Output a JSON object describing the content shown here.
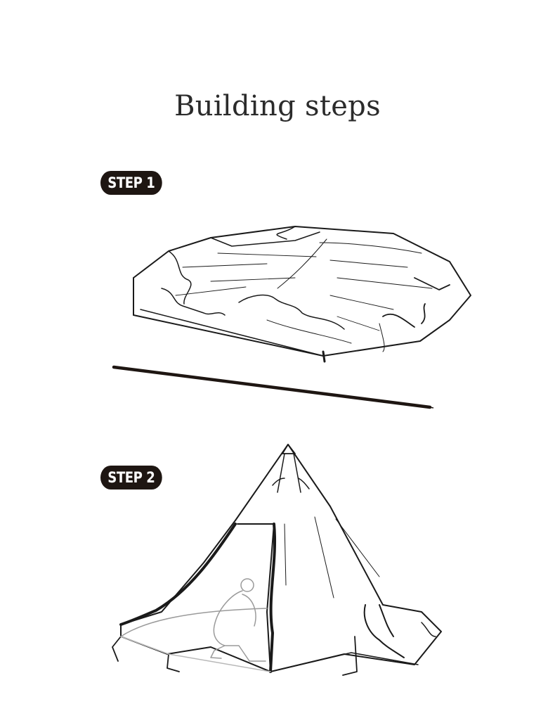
{
  "page": {
    "title": "Building steps",
    "background_color": "#ffffff",
    "accent_color": "#1e1612"
  },
  "steps": [
    {
      "label": "STEP 1",
      "illustrations": [
        "folded-tent-icon",
        "tent-pole-icon"
      ]
    },
    {
      "label": "STEP 2",
      "illustrations": [
        "pitched-teepee-tent-icon",
        "crouching-person-icon"
      ]
    }
  ]
}
